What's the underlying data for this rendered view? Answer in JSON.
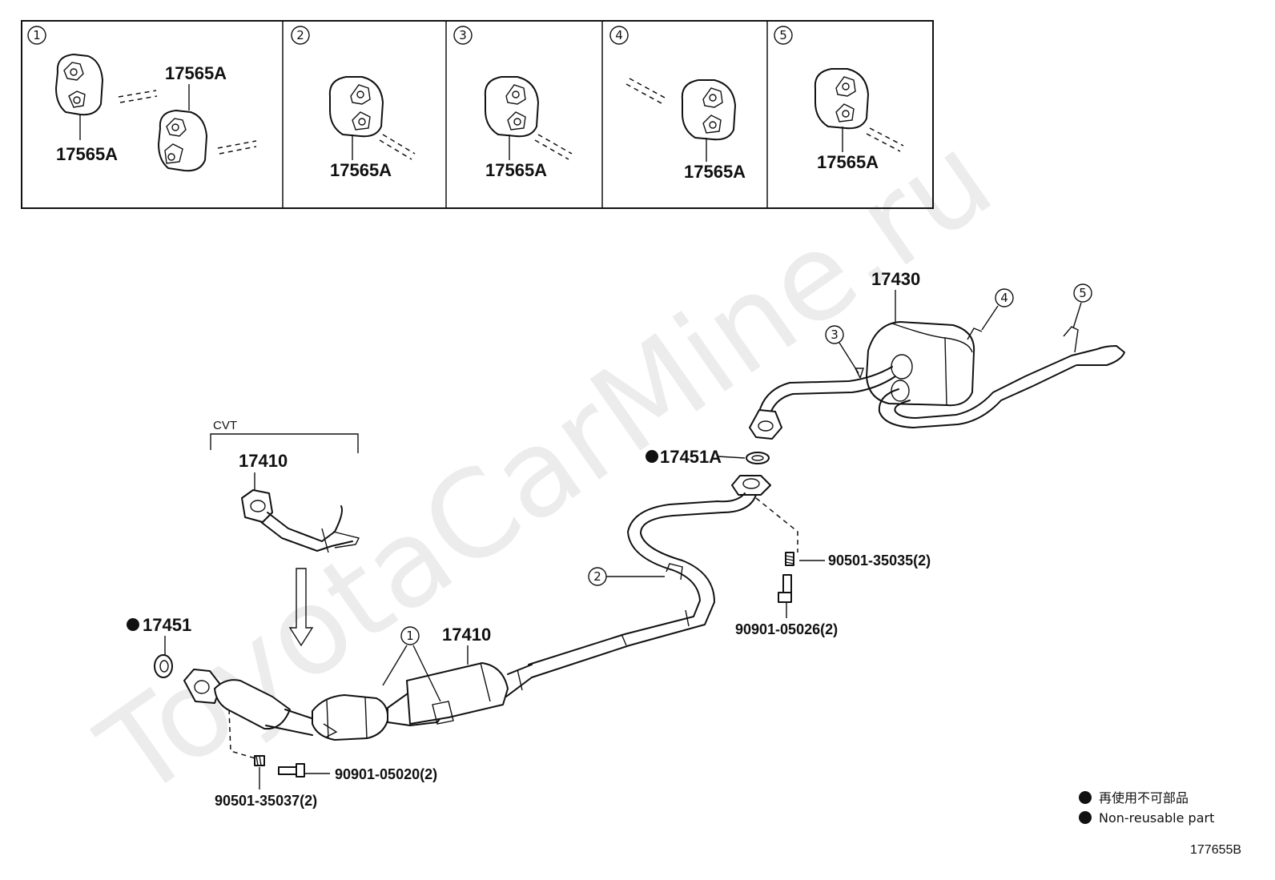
{
  "watermark": "ToyotaCarMine.ru",
  "insets": [
    {
      "number": "1",
      "labels": [
        "17565A",
        "17565A"
      ]
    },
    {
      "number": "2",
      "labels": [
        "17565A"
      ]
    },
    {
      "number": "3",
      "labels": [
        "17565A"
      ]
    },
    {
      "number": "4",
      "labels": [
        "17565A"
      ]
    },
    {
      "number": "5",
      "labels": [
        "17565A"
      ]
    }
  ],
  "cvt_label": "CVT",
  "callout_numbers": {
    "c1": "1",
    "c2": "2",
    "c3": "3",
    "c4": "4",
    "c5": "5"
  },
  "parts": {
    "p17430": "17430",
    "p17451A": "17451A",
    "p17410_cvt": "17410",
    "p17410_main": "17410",
    "p17451": "17451",
    "p90501_35035": "90501-35035(2)",
    "p90901_05026": "90901-05026(2)",
    "p90901_05020": "90901-05020(2)",
    "p90501_35037": "90501-35037(2)"
  },
  "legend": {
    "japanese": "再使用不可部品",
    "english": "Non-reusable part"
  },
  "figure_code": "177655B"
}
